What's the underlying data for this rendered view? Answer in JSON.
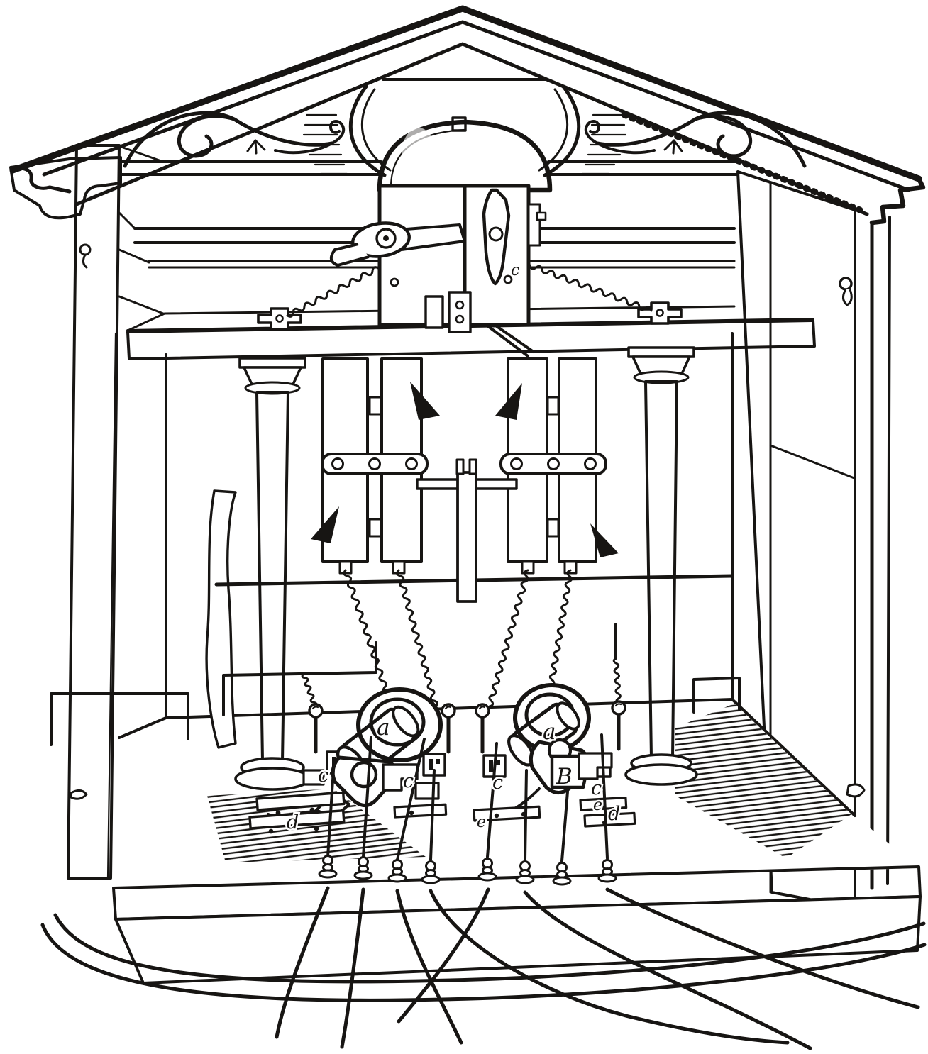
{
  "figure": {
    "ink_color": "#171513",
    "paper_color": "#ffffff",
    "annotations": [
      {
        "id": "label-a-left-magnet",
        "text": "a"
      },
      {
        "id": "label-a-right-magnet",
        "text": "a"
      },
      {
        "id": "label-B-right-armature",
        "text": "B"
      },
      {
        "id": "label-c-left-outer",
        "text": "c"
      },
      {
        "id": "label-c-left-inner",
        "text": "c"
      },
      {
        "id": "label-c-right-inner",
        "text": "c"
      },
      {
        "id": "label-c-right-outer",
        "text": "c"
      },
      {
        "id": "label-c-hammer-box",
        "text": "c"
      },
      {
        "id": "label-d-left",
        "text": "d"
      },
      {
        "id": "label-d-right",
        "text": "d"
      },
      {
        "id": "label-e-middle",
        "text": "e"
      },
      {
        "id": "label-e-right",
        "text": "e"
      }
    ]
  }
}
